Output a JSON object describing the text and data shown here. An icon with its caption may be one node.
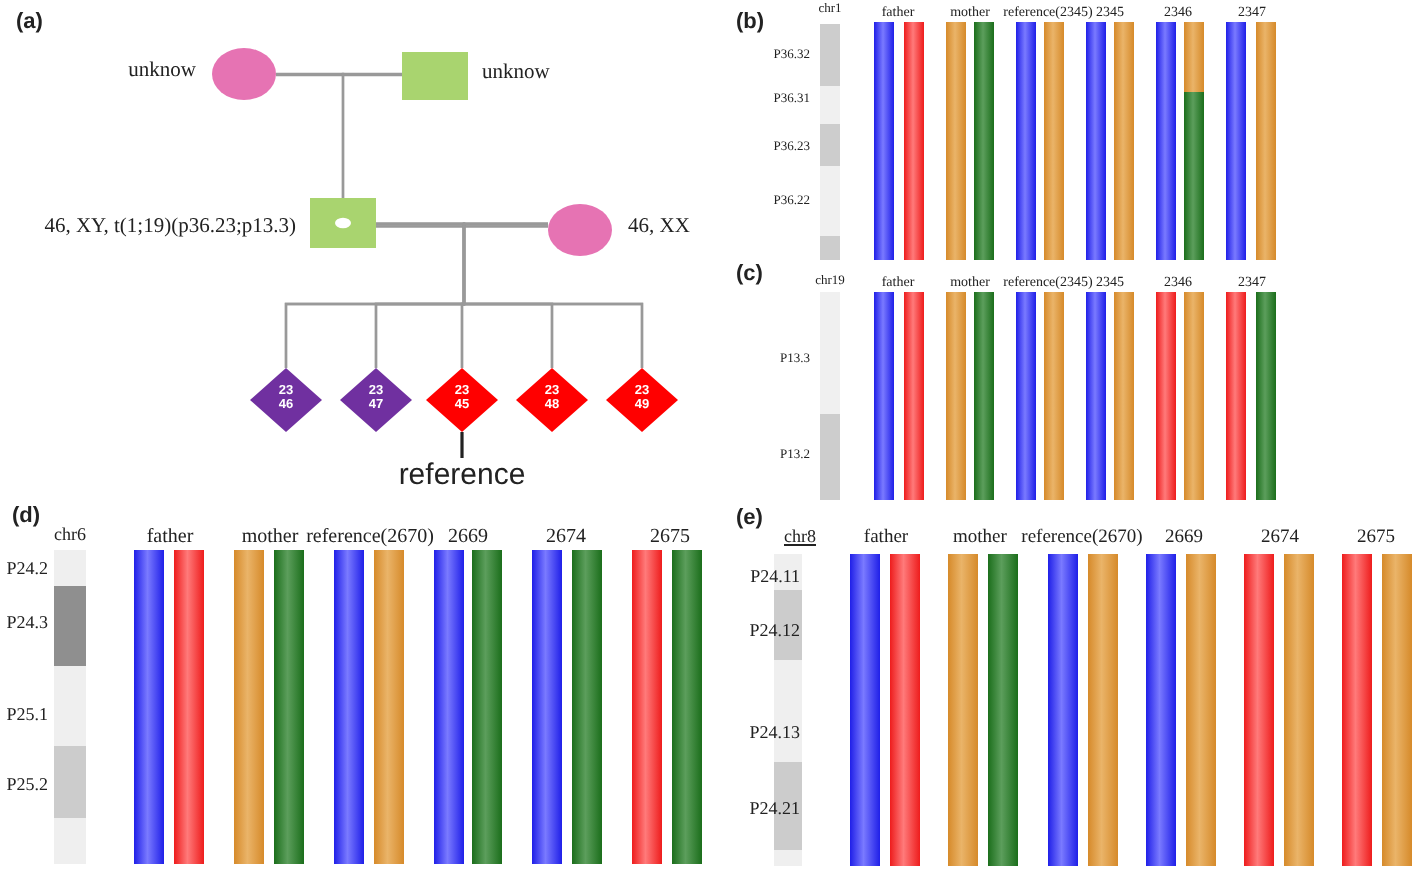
{
  "diagram": {
    "nodes": [
      {
        "text": [],
        "shape": "circle",
        "beside": [
          "unknow"
        ]
      },
      {
        "text": [],
        "shape": "box",
        "beside": [
          "unknow"
        ]
      },
      {
        "text": [],
        "shape": "box",
        "beside": [
          "46, XY, t(1;19)(p36.23;p13.3)"
        ]
      },
      {
        "text": [],
        "shape": "circle",
        "beside": [
          "46, XX"
        ]
      },
      {
        "text": [
          "23 46"
        ]
      },
      {
        "text": [
          "23 47"
        ]
      },
      {
        "text": [
          "23 45"
        ]
      },
      {
        "text": [
          "23 48"
        ]
      },
      {
        "text": [
          "23 49"
        ]
      },
      {
        "text": [
          "reference"
        ]
      }
    ],
    "edges": [
      {
        "from": 0,
        "to": 1,
        "arrow": "none"
      },
      {
        "from": 0,
        "to": 2,
        "arrow": "none"
      },
      {
        "from": 1,
        "to": 2,
        "arrow": "none"
      },
      {
        "from": 2,
        "to": 3,
        "arrow": "none"
      },
      {
        "from": 2,
        "to": 4,
        "arrow": "none"
      },
      {
        "from": 3,
        "to": 4,
        "arrow": "none"
      },
      {
        "from": 2,
        "to": 5,
        "arrow": "none"
      },
      {
        "from": 3,
        "to": 5,
        "arrow": "none"
      },
      {
        "from": 2,
        "to": 6,
        "arrow": "none"
      },
      {
        "from": 3,
        "to": 6,
        "arrow": "none"
      },
      {
        "from": 2,
        "to": 7,
        "arrow": "none"
      },
      {
        "from": 3,
        "to": 7,
        "arrow": "none"
      },
      {
        "from": 2,
        "to": 8,
        "arrow": "none"
      },
      {
        "from": 3,
        "to": 8,
        "arrow": "none"
      },
      {
        "from": 9,
        "to": 6,
        "arrow": "none",
        "color": "#222222"
      }
    ],
    "labels": [
      "(a)",
      "(b)",
      "chr1",
      "father",
      "mother",
      "reference(2345)",
      "2345",
      "2346",
      "2347",
      "P36.32",
      "P36.31",
      "P36.23",
      "P36.22",
      "(c)",
      "chr19",
      "father",
      "mother",
      "reference(2345)",
      "2345",
      "2346",
      "2347",
      "P13.3",
      "P13.2",
      "(d)",
      "chr6",
      "father",
      "mother",
      "reference(2670)",
      "2669",
      "2674",
      "2675",
      "P24.2",
      "P24.3",
      "P25.1",
      "P25.2",
      "(e)",
      "chr8",
      "father",
      "mother",
      "reference(2670)",
      "2669",
      "2674",
      "2675",
      "P24.11",
      "P24.12",
      "P24.13",
      "P24.21"
    ]
  }
}
